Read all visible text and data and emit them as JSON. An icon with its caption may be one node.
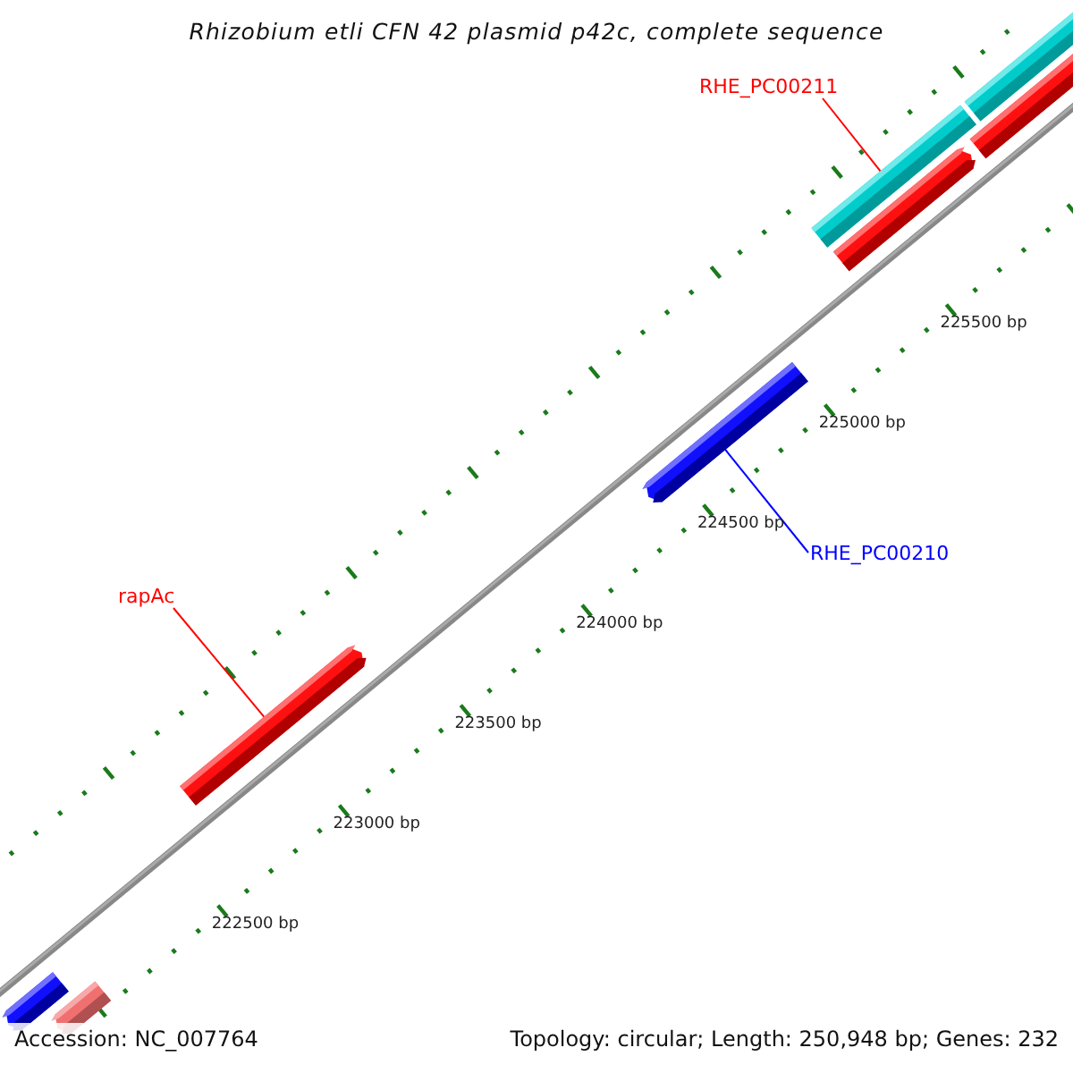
{
  "diagram": {
    "title": "Rhizobium etli CFN 42 plasmid p42c, complete sequence",
    "nodes": [
      {
        "text": [
          "RHE_PC00211"
        ]
      },
      {
        "text": [],
        "shape": "bar"
      },
      {
        "text": [
          "rapAc"
        ]
      },
      {
        "text": [],
        "shape": "bar"
      },
      {
        "text": [
          "RHE_PC00210"
        ]
      },
      {
        "text": [],
        "shape": "bar"
      },
      {
        "text": [],
        "shape": "bar"
      },
      {
        "text": [],
        "shape": "bar"
      },
      {
        "text": [],
        "shape": "bar"
      },
      {
        "text": [],
        "shape": "bar"
      },
      {
        "text": [],
        "shape": "bar"
      }
    ],
    "edges": [
      {
        "from": 0,
        "to": 1,
        "arrow": "none"
      },
      {
        "from": 2,
        "to": 3,
        "arrow": "none"
      },
      {
        "from": 4,
        "to": 5,
        "arrow": "none",
        "color": "#0000ff"
      }
    ],
    "labels": [
      "222500 bp",
      "223000 bp",
      "223500 bp",
      "224000 bp",
      "224500 bp",
      "225000 bp",
      "225500 bp",
      "Accession: NC_007764",
      "Topology: circular; Length: 250,948 bp; Genes: 232"
    ]
  }
}
